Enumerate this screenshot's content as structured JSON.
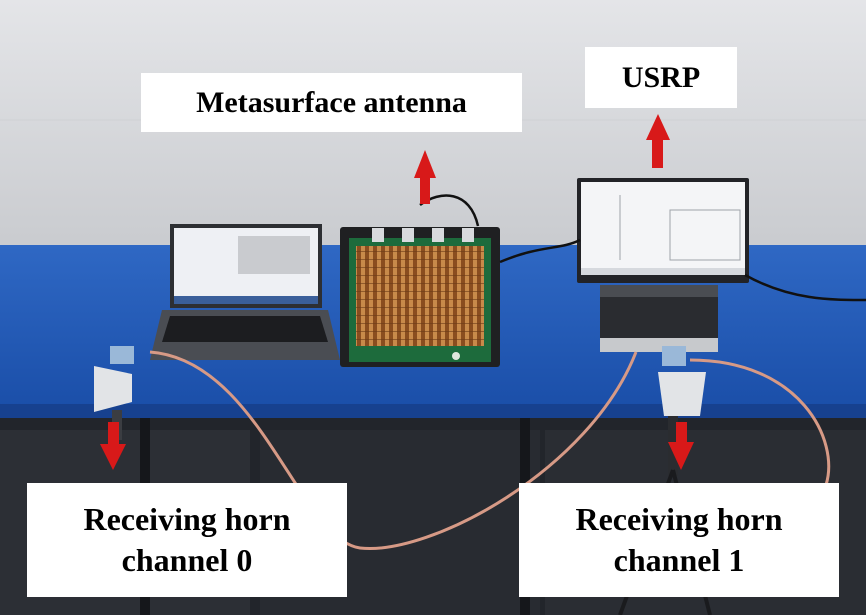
{
  "labels": {
    "metasurface": "Metasurface antenna",
    "usrp": "USRP",
    "rx0_line1": "Receiving horn",
    "rx0_line2": "channel 0",
    "rx1_line1": "Receiving horn",
    "rx1_line2": "channel 1"
  },
  "colors": {
    "wall": "#d9dadd",
    "table": "#1f55b3",
    "arrow": "#d81919",
    "panel_frame": "#1f2022",
    "panel_board": "#1d6b3c",
    "panel_strips": "#b8763a",
    "cable": "#d79a86"
  }
}
